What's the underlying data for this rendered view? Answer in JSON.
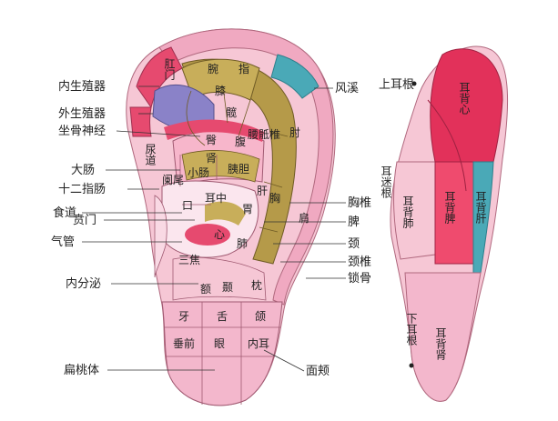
{
  "left_labels": [
    "内生殖器",
    "外生殖器",
    "坐骨神经",
    "大肠",
    "十二指肠",
    "食道",
    "贲门",
    "气管",
    "内分泌",
    "扁桃体"
  ],
  "right_labels": [
    "风溪",
    "胸椎",
    "脾",
    "颈",
    "颈椎",
    "锁骨",
    "面颊"
  ],
  "back_labels": {
    "top_root": "上耳根",
    "mid_root": "耳迷根",
    "bottom_root": "下耳根"
  },
  "inner": {
    "gangmen": "肛门",
    "wan": "腕",
    "zhi": "指",
    "xi": "膝",
    "kuan": "髋",
    "zhou": "肘",
    "tun": "臀",
    "fu": "腹",
    "yaodizhui": "腰骶椎",
    "niaodao": "尿道",
    "shen": "肾",
    "xiaochang": "小肠",
    "yigan": "胰胆",
    "gan": "肝",
    "mangchang": "阑尾",
    "kou": "口",
    "erzhong": "耳中",
    "wei": "胃",
    "xiong": "胸",
    "jian": "肩",
    "xin": "心",
    "fei": "肺",
    "sanjiao": "三焦",
    "e": "额",
    "nie": "颞",
    "zhen": "枕",
    "ya": "牙",
    "she": "舌",
    "he": "颌",
    "chuiqian": "垂前",
    "yan": "眼",
    "neier": "内耳"
  },
  "back": {
    "erbeixin": "耳背心",
    "erbeifei": "耳背肺",
    "erbeipi": "耳背脾",
    "erbeigan": "耳背肝",
    "erbeishen": "耳背肾"
  }
}
